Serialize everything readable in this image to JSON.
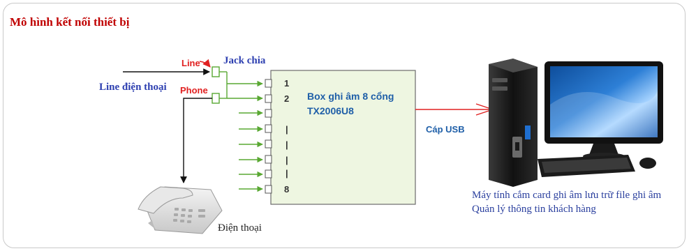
{
  "title": "Mô hình kết nối thiết bị",
  "input_label": "Line điện thoại",
  "splitter_label": "Jack chia",
  "line_label": "Line",
  "phone_label": "Phone",
  "box": {
    "line1": "Box ghi âm 8 cổng",
    "line2": "TX2006U8"
  },
  "ports": [
    "1",
    "2",
    "|",
    "|",
    "|",
    "|",
    "8"
  ],
  "usb_label": "Cáp USB",
  "pc_caption": {
    "line1": "Máy tính cắm card ghi âm lưu trữ file ghi âm",
    "line2": "Quản lý thông tin khách hàng"
  },
  "telephone_label": "Điện thoại",
  "colors": {
    "title": "#c00000",
    "arrow_green": "#59a832",
    "box_fill": "#eef6e1",
    "usb_red": "#e02020",
    "label_blue": "#2d3fb0"
  }
}
